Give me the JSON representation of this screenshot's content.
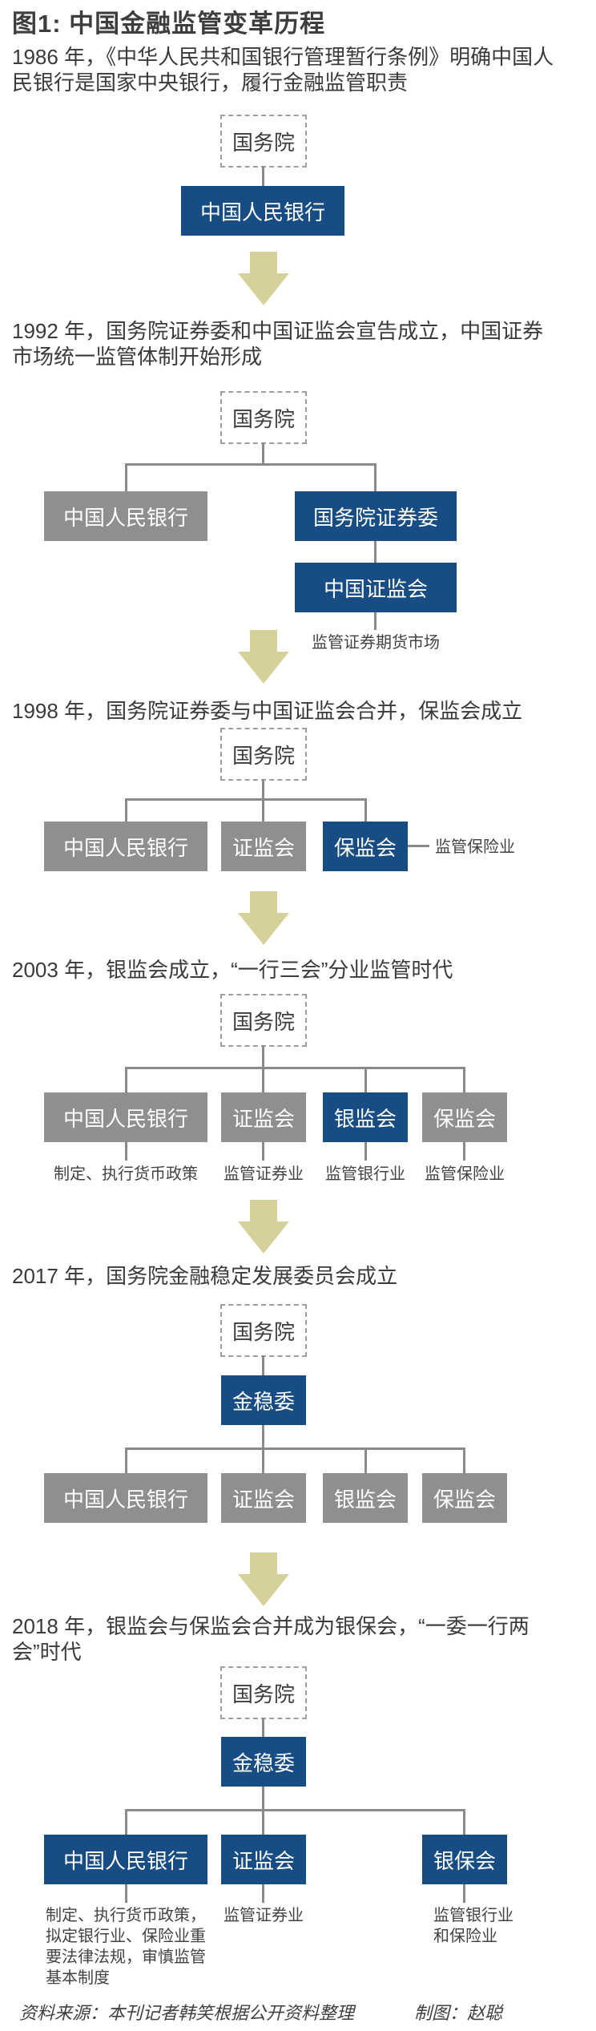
{
  "title": "图1: 中国金融监管变革历程",
  "colors": {
    "blue": "#174c85",
    "gray": "#8f8f8f",
    "arrow": "#d6d09b",
    "line": "#8a8a8a"
  },
  "icons": {
    "flow_arrow": "down-arrow"
  },
  "sections": {
    "y1986": {
      "paragraph": "1986 年，《中华人民共和国银行管理暂行条例》明确中国人民银行是国家中央银行，履行金融监管职责",
      "root": "国务院",
      "pboc": "中国人民银行"
    },
    "y1992": {
      "paragraph": "1992 年，国务院证券委和中国证监会宣告成立，中国证券市场统一监管体制开始形成",
      "root": "国务院",
      "pboc": "中国人民银行",
      "sec_committee": "国务院证券委",
      "csrc": "中国证监会",
      "caption": "监管证券期货市场"
    },
    "y1998": {
      "paragraph": "1998 年，国务院证券委与中国证监会合并，保监会成立",
      "root": "国务院",
      "pboc": "中国人民银行",
      "csrc": "证监会",
      "circ": "保监会",
      "side_label": "监管保险业"
    },
    "y2003": {
      "paragraph": "2003 年，银监会成立，“一行三会”分业监管时代",
      "root": "国务院",
      "boxes": [
        {
          "label": "中国人民银行",
          "caption": "制定、执行货币政策"
        },
        {
          "label": "证监会",
          "caption": "监管证券业"
        },
        {
          "label": "银监会",
          "caption": "监管银行业"
        },
        {
          "label": "保监会",
          "caption": "监管保险业"
        }
      ]
    },
    "y2017": {
      "paragraph": "2017 年，国务院金融稳定发展委员会成立",
      "root": "国务院",
      "fsdc": "金稳委",
      "boxes": [
        {
          "label": "中国人民银行"
        },
        {
          "label": "证监会"
        },
        {
          "label": "银监会"
        },
        {
          "label": "保监会"
        }
      ]
    },
    "y2018": {
      "paragraph": "2018 年，银监会与保监会合并成为银保会，“一委一行两会”时代",
      "root": "国务院",
      "fsdc": "金稳委",
      "boxes": [
        {
          "label": "中国人民银行",
          "caption_lines": [
            "制定、执行货币政策，",
            "拟定银行业、保险业重",
            "要法律法规，审慎监管",
            "基本制度"
          ]
        },
        {
          "label": "证监会",
          "caption_lines": [
            "监管证券业"
          ]
        },
        {
          "label": "银保会",
          "caption_lines": [
            "监管银行业",
            "和保险业"
          ]
        }
      ]
    }
  },
  "footer": {
    "source": "资料来源：本刊记者韩笑根据公开资料整理",
    "credit": "制图：赵聪"
  }
}
